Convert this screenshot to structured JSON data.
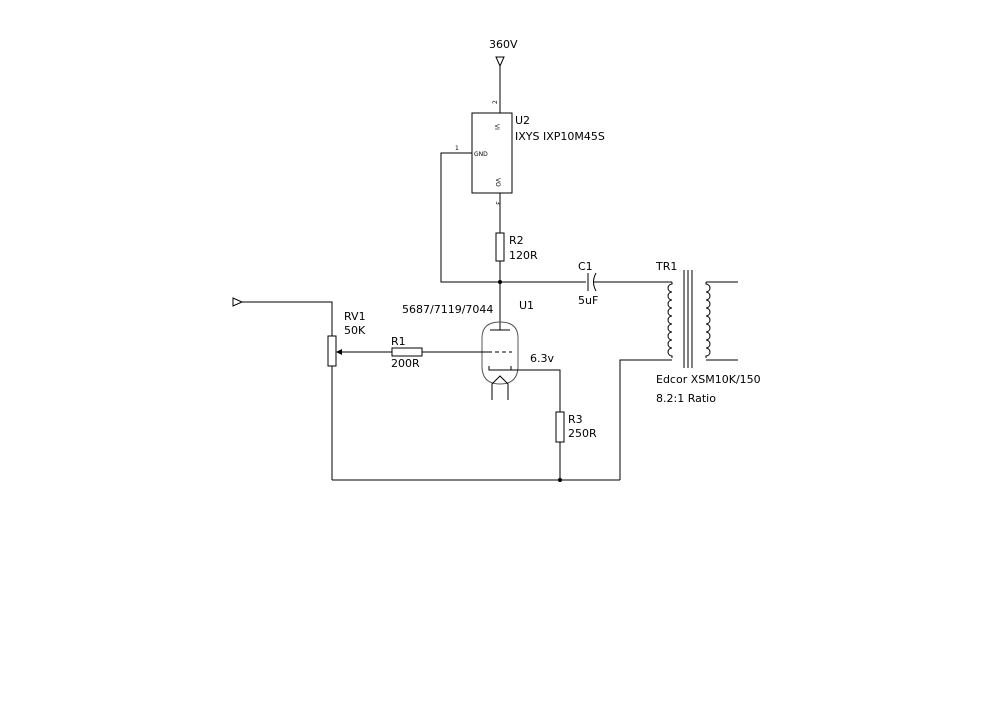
{
  "supply": {
    "label": "360V"
  },
  "regulator": {
    "ref": "U2",
    "part": "IXYS IXP10M45S",
    "pins": {
      "vi": "VI",
      "gnd": "GND",
      "vo": "VO"
    },
    "pin_numbers": {
      "vi": "2",
      "gnd": "1",
      "vo": "3"
    }
  },
  "r2": {
    "ref": "R2",
    "value": "120R"
  },
  "c1": {
    "ref": "C1",
    "value": "5uF"
  },
  "tr1": {
    "ref": "TR1",
    "part": "Edcor XSM10K/150",
    "ratio": "8.2:1 Ratio"
  },
  "u1": {
    "ref": "U1",
    "part": "5687/7119/7044",
    "heater": "6.3v"
  },
  "r1": {
    "ref": "R1",
    "value": "200R"
  },
  "rv1": {
    "ref": "RV1",
    "value": "50K"
  },
  "r3": {
    "ref": "R3",
    "value": "250R"
  }
}
